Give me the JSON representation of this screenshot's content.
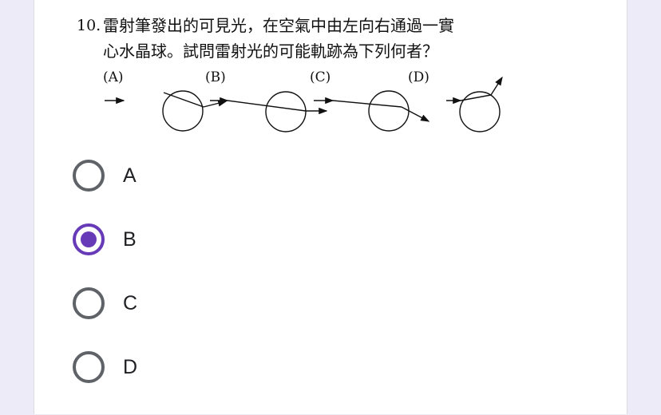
{
  "question": {
    "number": "10.",
    "line1": "雷射筆發出的可見光，在空氣中由左向右通過一實",
    "line2": "心水晶球。試問雷射光的可能軌跡為下列何者？",
    "figure_labels": [
      "(A)",
      "(B)",
      "(C)",
      "(D)"
    ]
  },
  "options": [
    {
      "label": "A",
      "selected": false
    },
    {
      "label": "B",
      "selected": true
    },
    {
      "label": "C",
      "selected": false
    },
    {
      "label": "D",
      "selected": false
    }
  ],
  "colors": {
    "accent": "#673ab7",
    "radio_unchecked": "#5f6368",
    "background": "#eeebf8"
  }
}
